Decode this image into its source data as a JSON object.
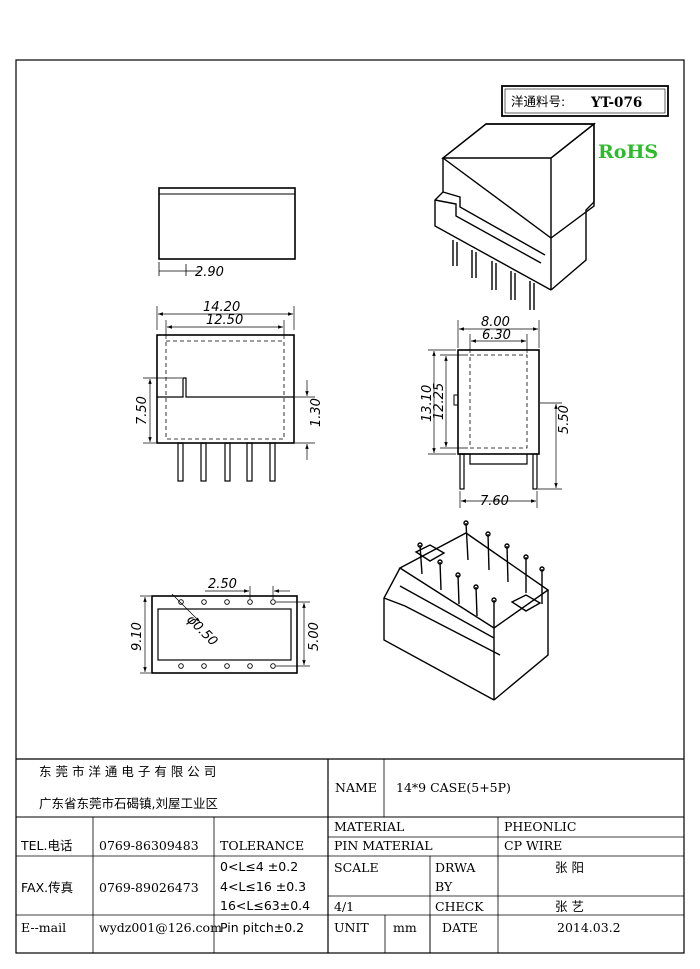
{
  "part_number": {
    "label": "洋通料号:",
    "value": "YT-076"
  },
  "rohs": "RoHS",
  "colors": {
    "rohs": "#2dbb2d",
    "line": "#000000"
  },
  "dimensions": {
    "top_view_width": "2.90",
    "front_overall_width": "14.20",
    "front_inner_width": "12.50",
    "front_height": "7.50",
    "pin_offset": "1.30",
    "side_overall_width": "8.00",
    "side_inner_width": "6.30",
    "side_height": "13.10",
    "side_inner_height": "12.25",
    "side_pin_length": "5.50",
    "side_pin_span": "7.60",
    "bottom_pitch": "2.50",
    "bottom_hole": "φ0.50",
    "bottom_width": "9.10",
    "bottom_row_span": "5.00"
  },
  "title_block": {
    "company_name": "东 莞 市 洋 通 电 子 有 限 公 司",
    "company_address": "广东省东莞市石碣镇,刘屋工业区",
    "name_label": "NAME",
    "name_value": "14*9 CASE(5+5P)",
    "material_label": "MATERIAL",
    "material_value": "PHEONLIC",
    "pin_material_label": "PIN MATERIAL",
    "pin_material_value": "CP WIRE",
    "tel_label": "TEL.电话",
    "tel_value": "0769-86309483",
    "fax_label": "FAX.传真",
    "fax_value": "0769-89026473",
    "email_label": "E--mail",
    "email_value": "wydz001@126.com",
    "tolerance_label": "TOLERANCE",
    "tolerance_1": "0<L≤4   ±0.2",
    "tolerance_2": "4<L≤16  ±0.3",
    "tolerance_3": "16<L≤63±0.4",
    "tolerance_4": "Pin pitch±0.2",
    "scale_label": "SCALE",
    "scale_value": "4/1",
    "drawn_label_1": "DRWA",
    "drawn_label_2": "BY",
    "drawn_value": "张 阳",
    "check_label": "CHECK",
    "check_value": "张 艺",
    "unit_label": "UNIT",
    "unit_value": "mm",
    "date_label": "DATE",
    "date_value": "2014.03.2"
  }
}
